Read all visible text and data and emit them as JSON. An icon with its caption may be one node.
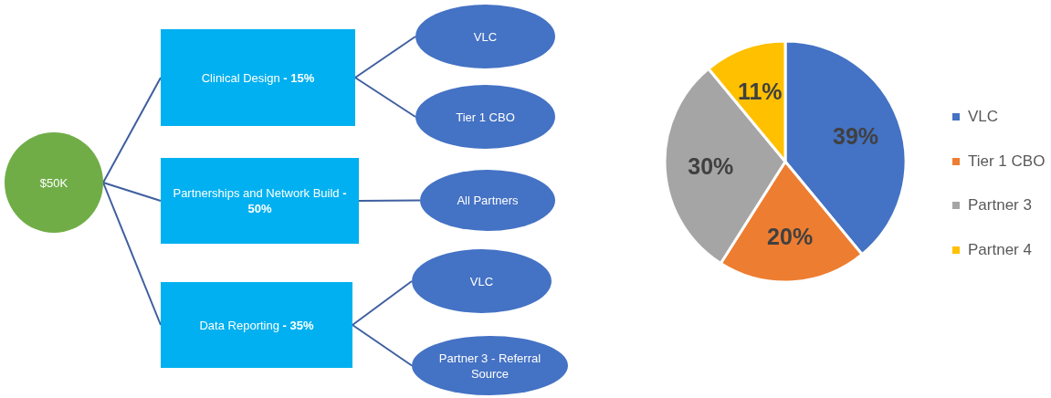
{
  "diagram": {
    "nodes": [
      {
        "text": [
          "$50K"
        ]
      },
      {
        "text": [
          "Clinical Design **- 15%**"
        ]
      },
      {
        "text": [
          "Partnerships and Network Build **- 50%**"
        ]
      },
      {
        "text": [
          "Data Reporting **- 35%**"
        ]
      },
      {
        "text": [
          "VLC"
        ]
      },
      {
        "text": [
          "Tier 1 CBO"
        ]
      },
      {
        "text": [
          "All Partners"
        ]
      },
      {
        "text": [
          "VLC"
        ]
      },
      {
        "text": [
          "Partner 3 - Referral Source"
        ]
      }
    ],
    "edges": [
      {
        "from": 0,
        "to": 1,
        "arrow": "none"
      },
      {
        "from": 0,
        "to": 2,
        "arrow": "none"
      },
      {
        "from": 0,
        "to": 3,
        "arrow": "none"
      },
      {
        "from": 1,
        "to": 4,
        "arrow": "none"
      },
      {
        "from": 1,
        "to": 5,
        "arrow": "none"
      },
      {
        "from": 2,
        "to": 6,
        "arrow": "none"
      },
      {
        "from": 3,
        "to": 7,
        "arrow": "none"
      },
      {
        "from": 3,
        "to": 8,
        "arrow": "none"
      }
    ],
    "legend": [
      {
        "text": "VLC",
        "color": "#4472c4"
      },
      {
        "text": "Tier 1 CBO",
        "color": "#ed7d31"
      },
      {
        "text": "Partner 3",
        "color": "#a5a5a5"
      },
      {
        "text": "Partner 4",
        "color": "#ffc000"
      }
    ],
    "chart_data": {
      "type": "pie",
      "values": [
        39,
        20,
        30,
        11
      ],
      "data_labels": true,
      "value_labels": [
        "39%",
        "20%",
        "30%",
        "11%"
      ]
    }
  }
}
